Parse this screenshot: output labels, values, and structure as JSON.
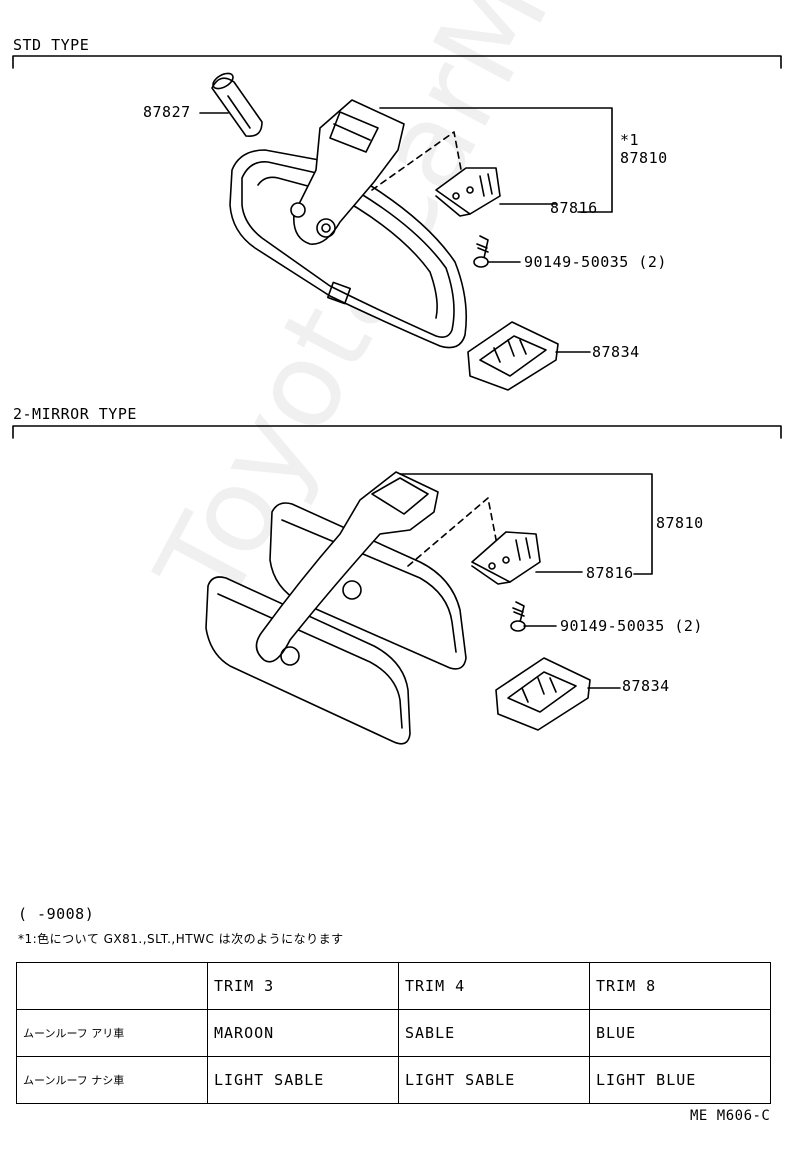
{
  "sections": {
    "std": {
      "title": "STD TYPE"
    },
    "two_mirror": {
      "title": "2-MIRROR TYPE"
    }
  },
  "std_labels": {
    "p87827": "87827",
    "star1": "*1",
    "p87810": "87810",
    "p87816": "87816",
    "screw": "90149-50035 (2)",
    "p87834": "87834"
  },
  "two_mirror_labels": {
    "p87810": "87810",
    "p87816": "87816",
    "screw": "90149-50035 (2)",
    "p87834": "87834"
  },
  "notes": {
    "date_range": "(     -9008)",
    "star_note": "*1:色について  GX81.,SLT.,HTWC  は次のようになります"
  },
  "trim_table": {
    "headers": [
      "",
      "TRIM 3",
      "TRIM 4",
      "TRIM 8"
    ],
    "rows": [
      [
        "ムーンルーフ アリ車",
        "MAROON",
        "SABLE",
        "BLUE"
      ],
      [
        "ムーンルーフ ナシ車",
        "LIGHT SABLE",
        "LIGHT SABLE",
        "LIGHT BLUE"
      ]
    ]
  },
  "footer": {
    "code": "ME  M606-C"
  },
  "watermark": "ToyotaCarMine.ru"
}
